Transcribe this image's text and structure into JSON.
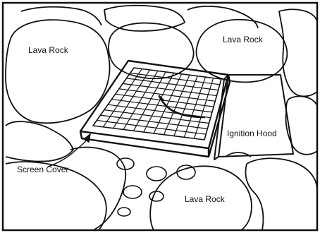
{
  "diagram": {
    "labels": {
      "lava_rock_top_left": "Lava Rock",
      "lava_rock_top_right": "Lava Rock",
      "lava_rock_bottom": "Lava Rock",
      "ignition_hood": "Ignition Hood",
      "screen_cover": "Screen Cover"
    },
    "colors": {
      "ink": "#111111",
      "paper": "#ffffff"
    }
  }
}
